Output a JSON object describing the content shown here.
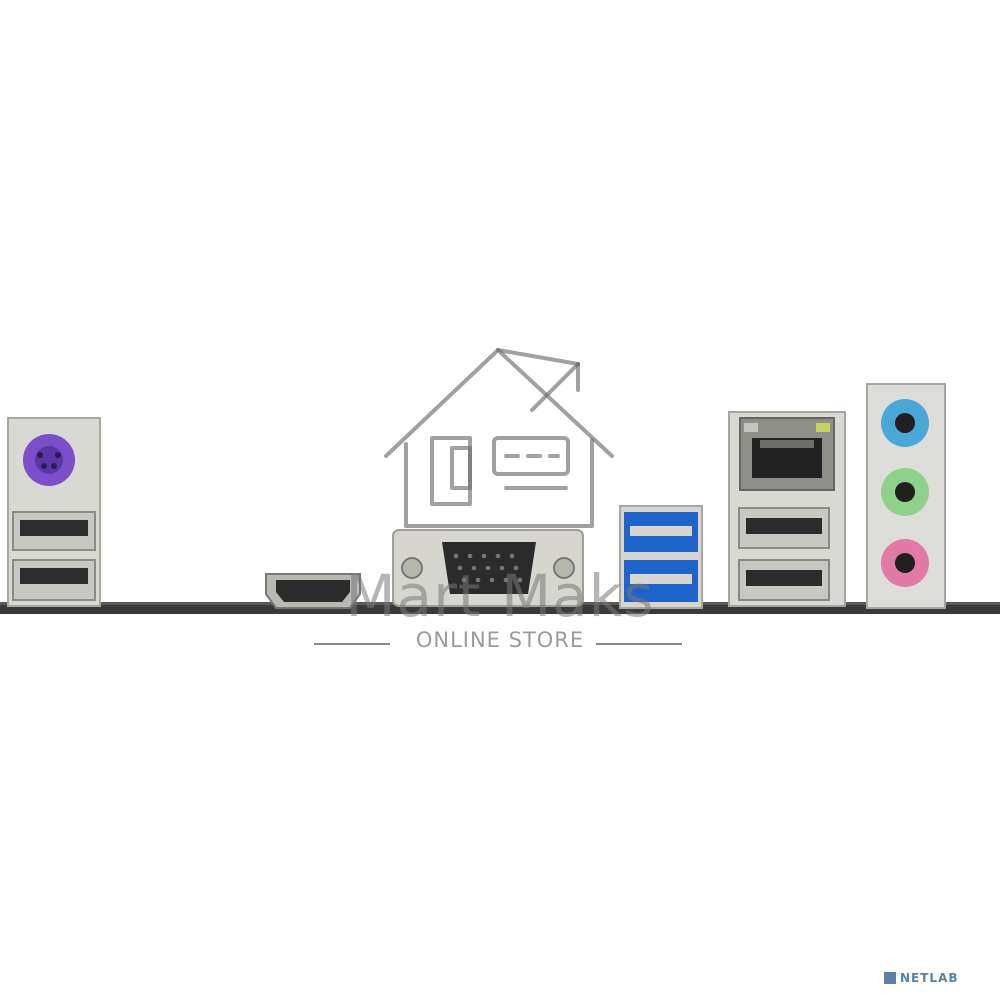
{
  "watermark": {
    "title": "Mart Maks",
    "subtitle": "ONLINE STORE",
    "icon": "house-with-arrow-icon"
  },
  "corner_logo": {
    "text": "NETLAB",
    "color": "#5d7fa6"
  },
  "product": {
    "ports_left_to_right": [
      "ps2-port",
      "usb-2-0-ports-pair",
      "hdmi-port",
      "vga-port",
      "usb-3-0-ports-pair",
      "ethernet-rj45-port",
      "usb-2-0-ports-pair",
      "audio-jacks"
    ],
    "colors": {
      "ps2": "#7b4fc9",
      "usb3": "#1e63c9",
      "audio_blue": "#4aa8d8",
      "audio_green": "#8fd08a",
      "audio_pink": "#e27aa6",
      "pcb": "#3a3a3a"
    }
  }
}
